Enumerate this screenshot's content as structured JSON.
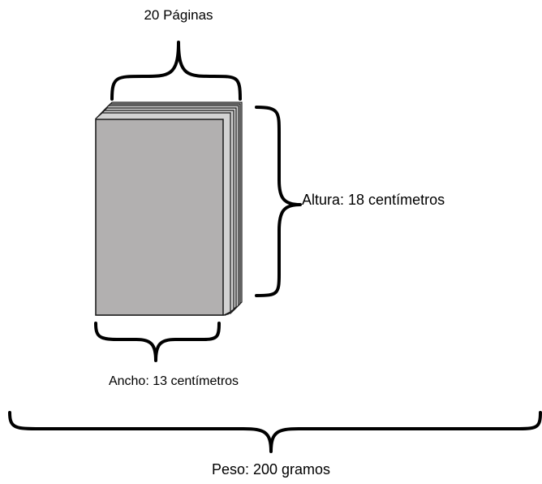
{
  "diagram": {
    "labels": {
      "pages": "20 Páginas",
      "height": "Altura: 18 centímetros",
      "width": "Ancho: 13 centímetros",
      "weight": "Peso: 200 gramos"
    },
    "colors": {
      "book_face": "#b2b0b0",
      "page_edges": "#cfcfcf",
      "ink": "#000000",
      "background": "#ffffff"
    }
  }
}
